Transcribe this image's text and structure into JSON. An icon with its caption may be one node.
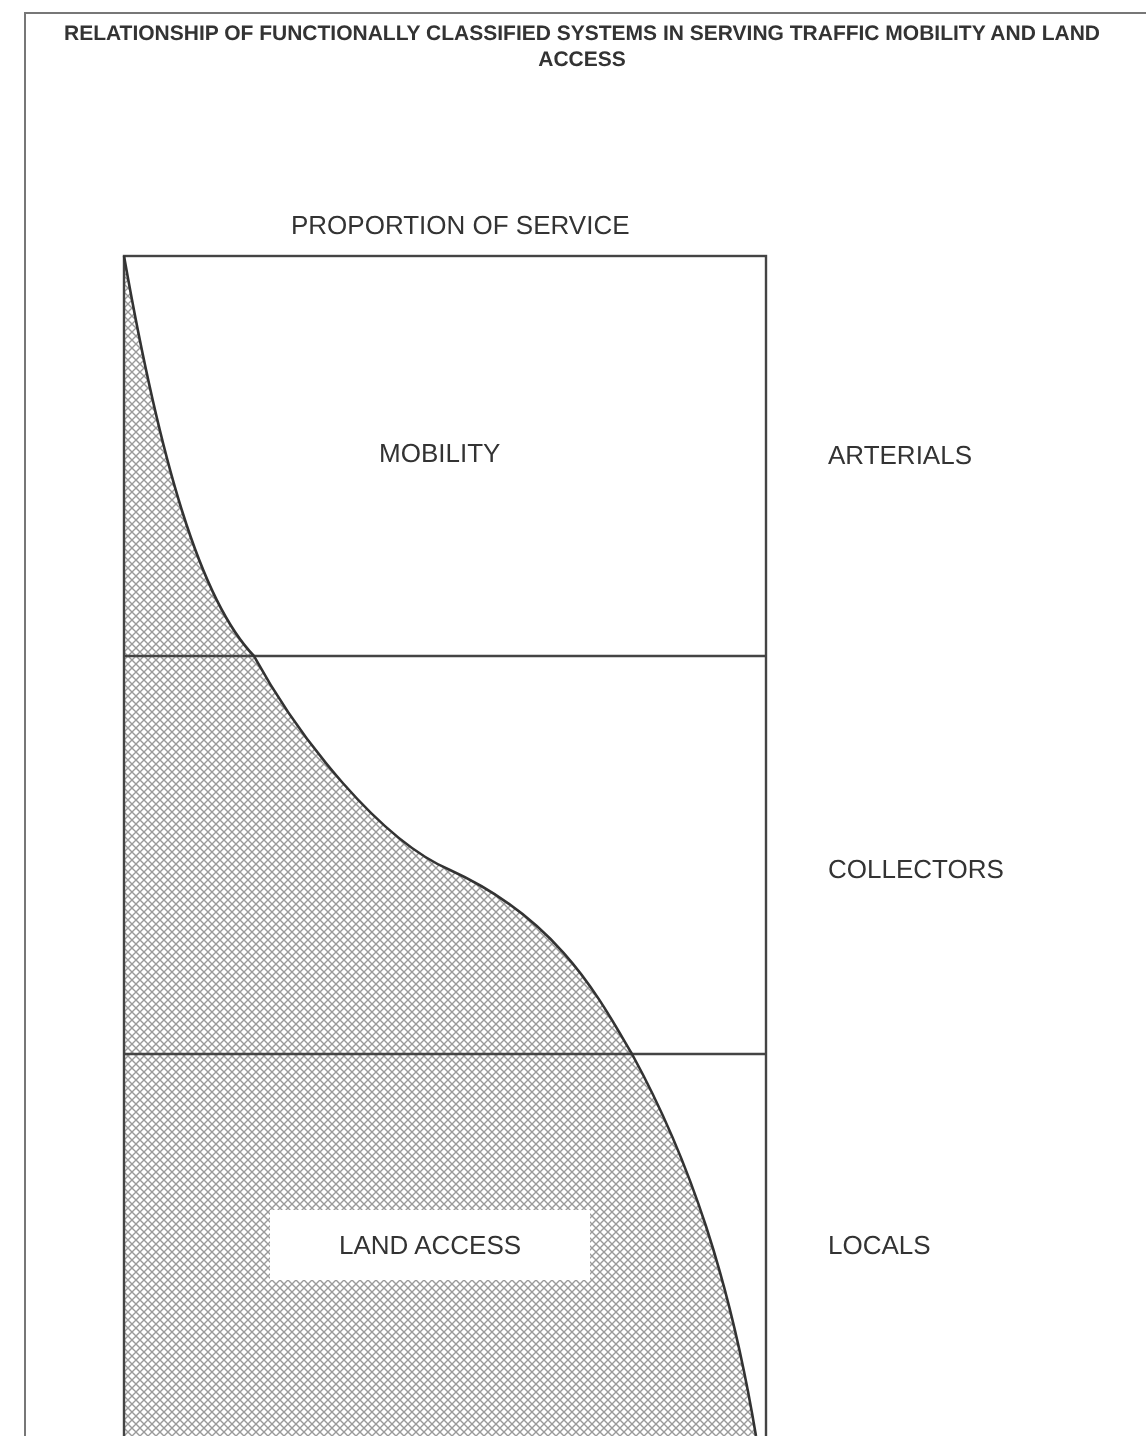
{
  "diagram": {
    "title": "RELATIONSHIP OF FUNCTIONALLY CLASSIFIED SYSTEMS IN SERVING TRAFFIC MOBILITY AND LAND ACCESS",
    "labels": [
      "PROPORTION OF SERVICE",
      "MOBILITY",
      "ARTERIALS",
      "COLLECTORS",
      "LAND ACCESS",
      "LOCALS"
    ]
  }
}
